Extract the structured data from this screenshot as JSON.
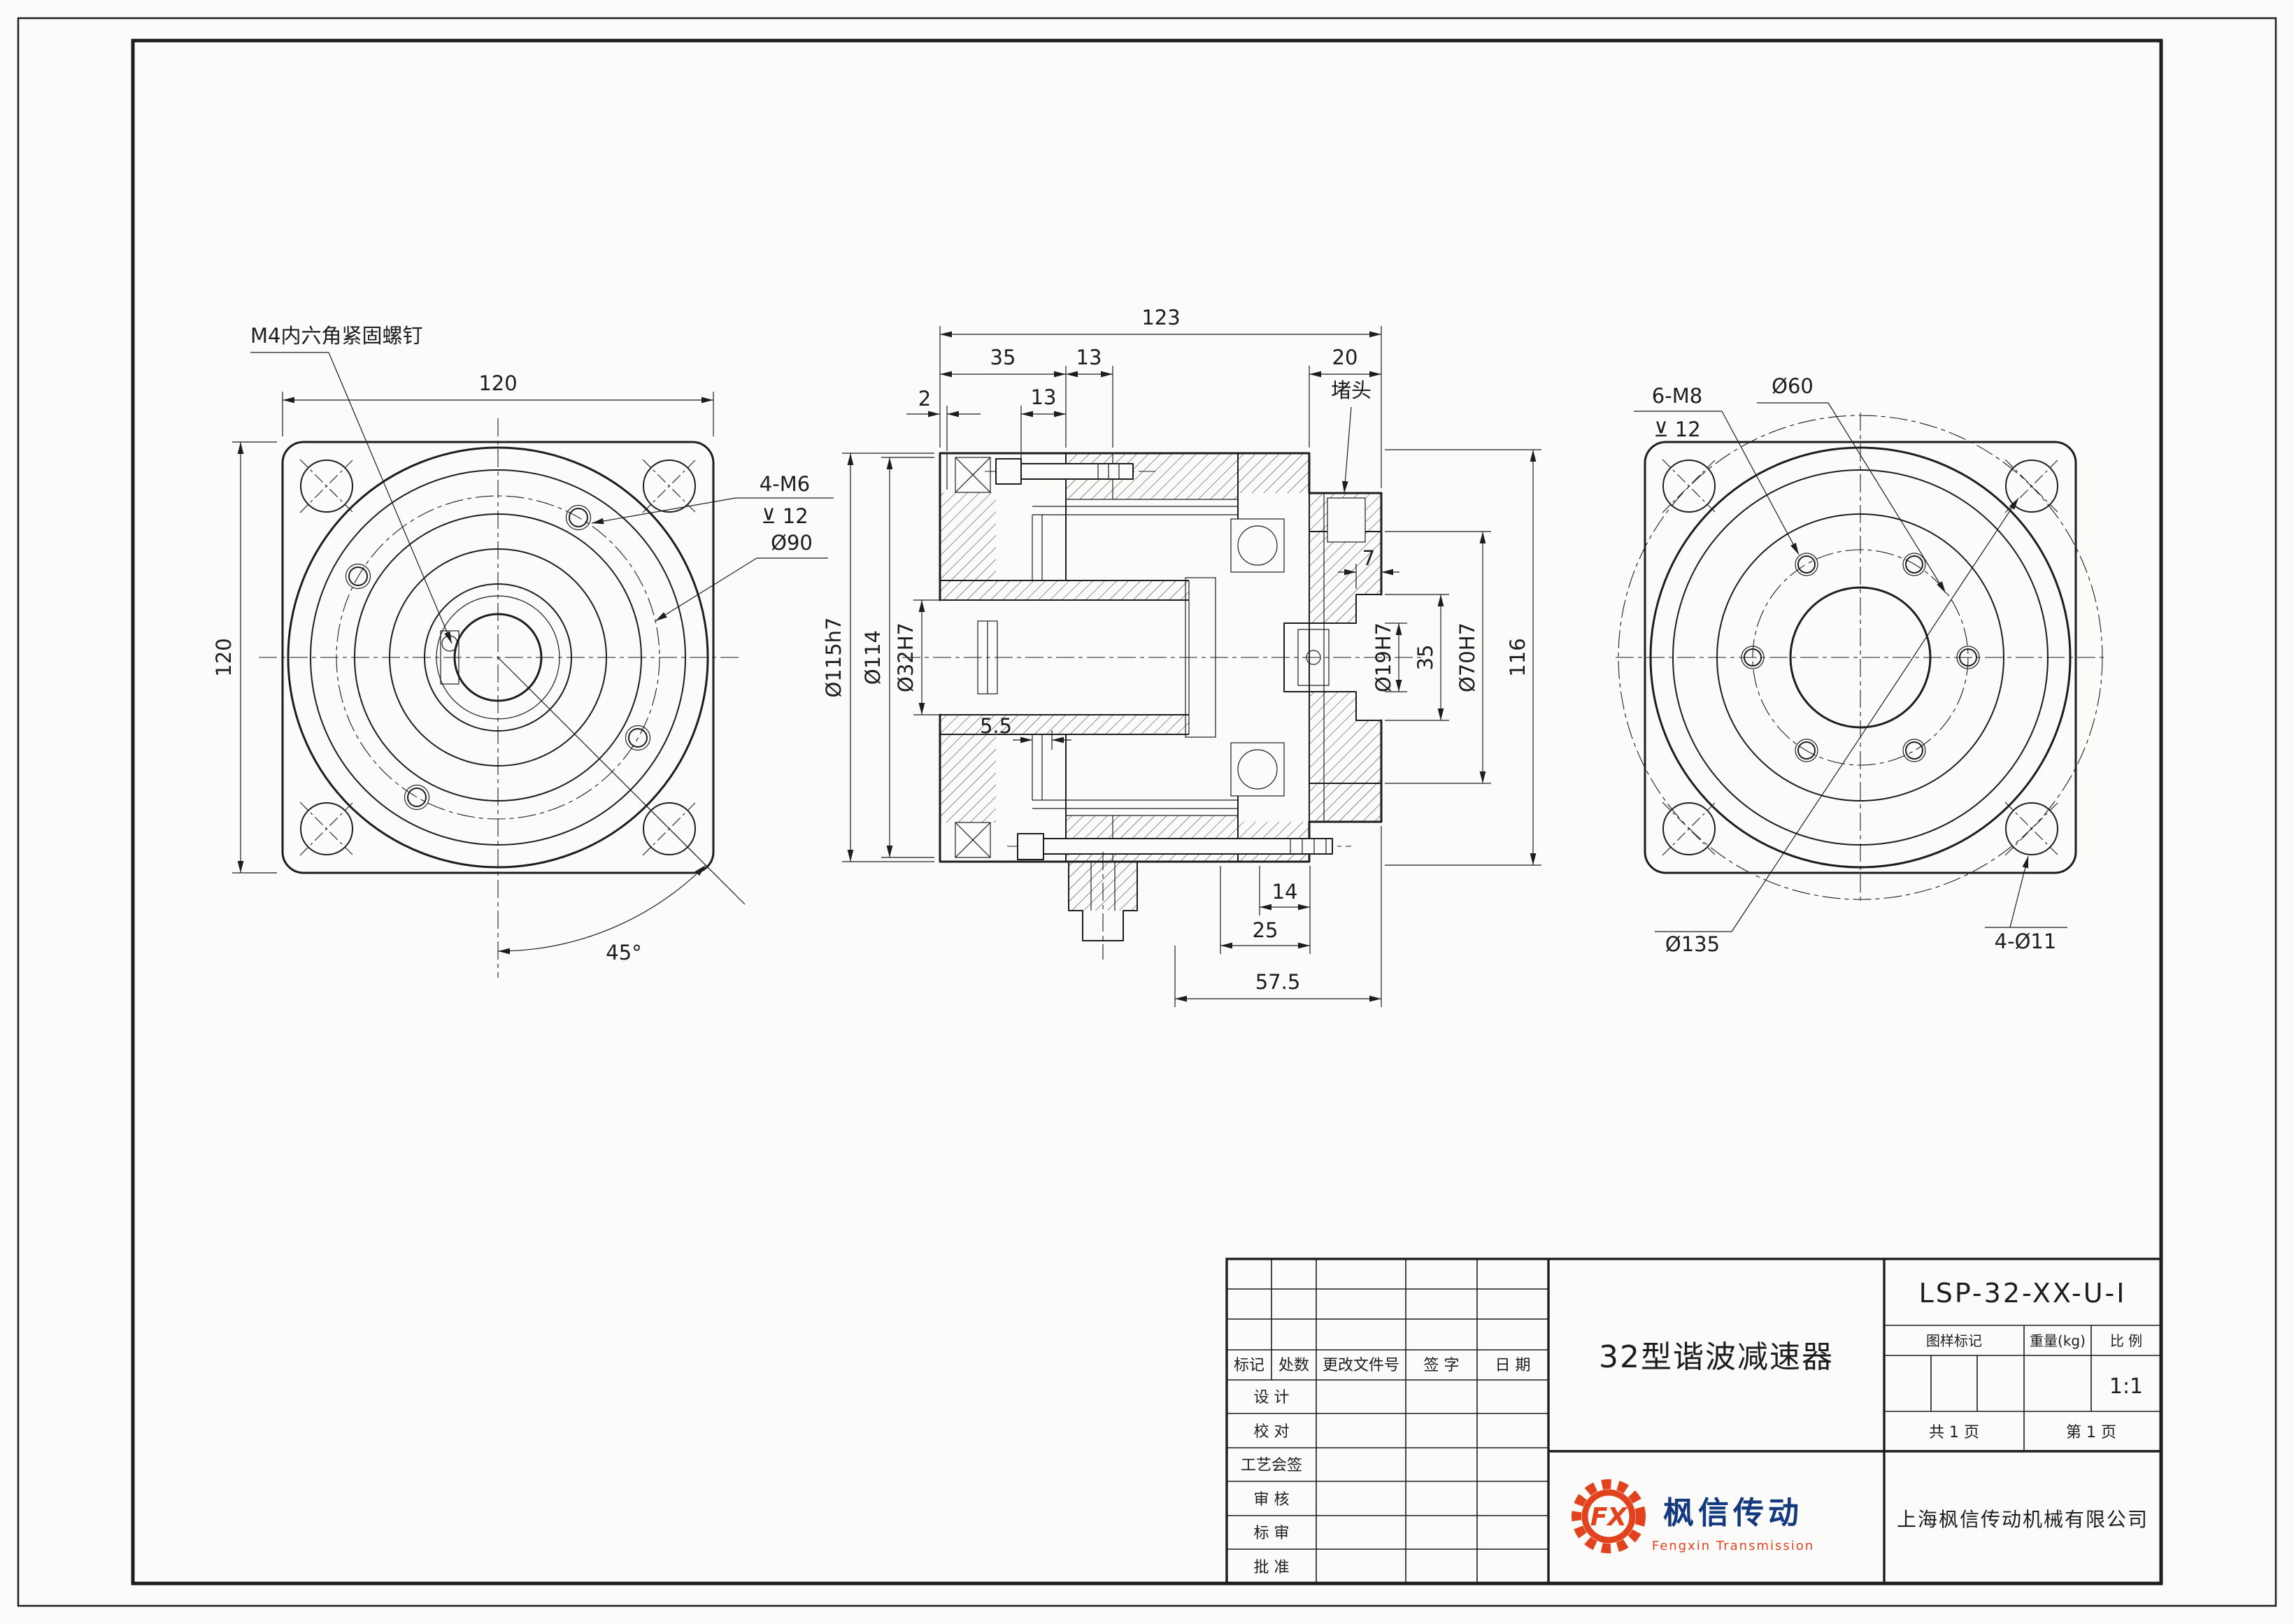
{
  "colors": {
    "line": "#1d1d1f",
    "logo_red": "#e2431f",
    "logo_blue": "#15397f"
  },
  "front": {
    "m4_callout": "M4内六角紧固螺钉",
    "w": "120",
    "h": "120",
    "m6_1": "4-M6",
    "m6_2": "⊻ 12",
    "bc": "Ø90",
    "ang": "45°"
  },
  "section": {
    "d123": "123",
    "d35": "35",
    "d13a": "13",
    "d2": "2",
    "d13b": "13",
    "d20": "20",
    "plug": "堵头",
    "d115": "Ø115h7",
    "d114": "Ø114",
    "d32": "Ø32H7",
    "d55": "5.5",
    "d7": "7",
    "d19": "Ø19H7",
    "d35v": "35",
    "d70": "Ø70H7",
    "d116": "116",
    "d14": "14",
    "d25": "25",
    "d575": "57.5"
  },
  "rear": {
    "m8_1": "6-M8",
    "m8_2": "⊻ 12",
    "d60": "Ø60",
    "d135": "Ø135",
    "d11": "4-Ø11"
  },
  "tb": {
    "code": "LSP-32-XX-U-I",
    "name": "32型谐波减速器",
    "h_mark": "标记",
    "h_count": "处数",
    "h_doc": "更改文件号",
    "h_sign": "签 字",
    "h_date": "日 期",
    "r_design": "设 计",
    "r_check": "校 对",
    "r_process": "工艺会签",
    "r_review": "审 核",
    "r_std": "标 审",
    "r_approve": "批 准",
    "mark_h": "图样标记",
    "weight_h": "重量(kg)",
    "scale_h": "比 例",
    "scale_v": "1:1",
    "pages_total": "共 1 页",
    "page_no": "第 1 页",
    "company": "上海枫信传动机械有限公司",
    "logo_cn": "枫信传动",
    "logo_en": "Fengxin Transmission",
    "logo_fx": "FX"
  }
}
